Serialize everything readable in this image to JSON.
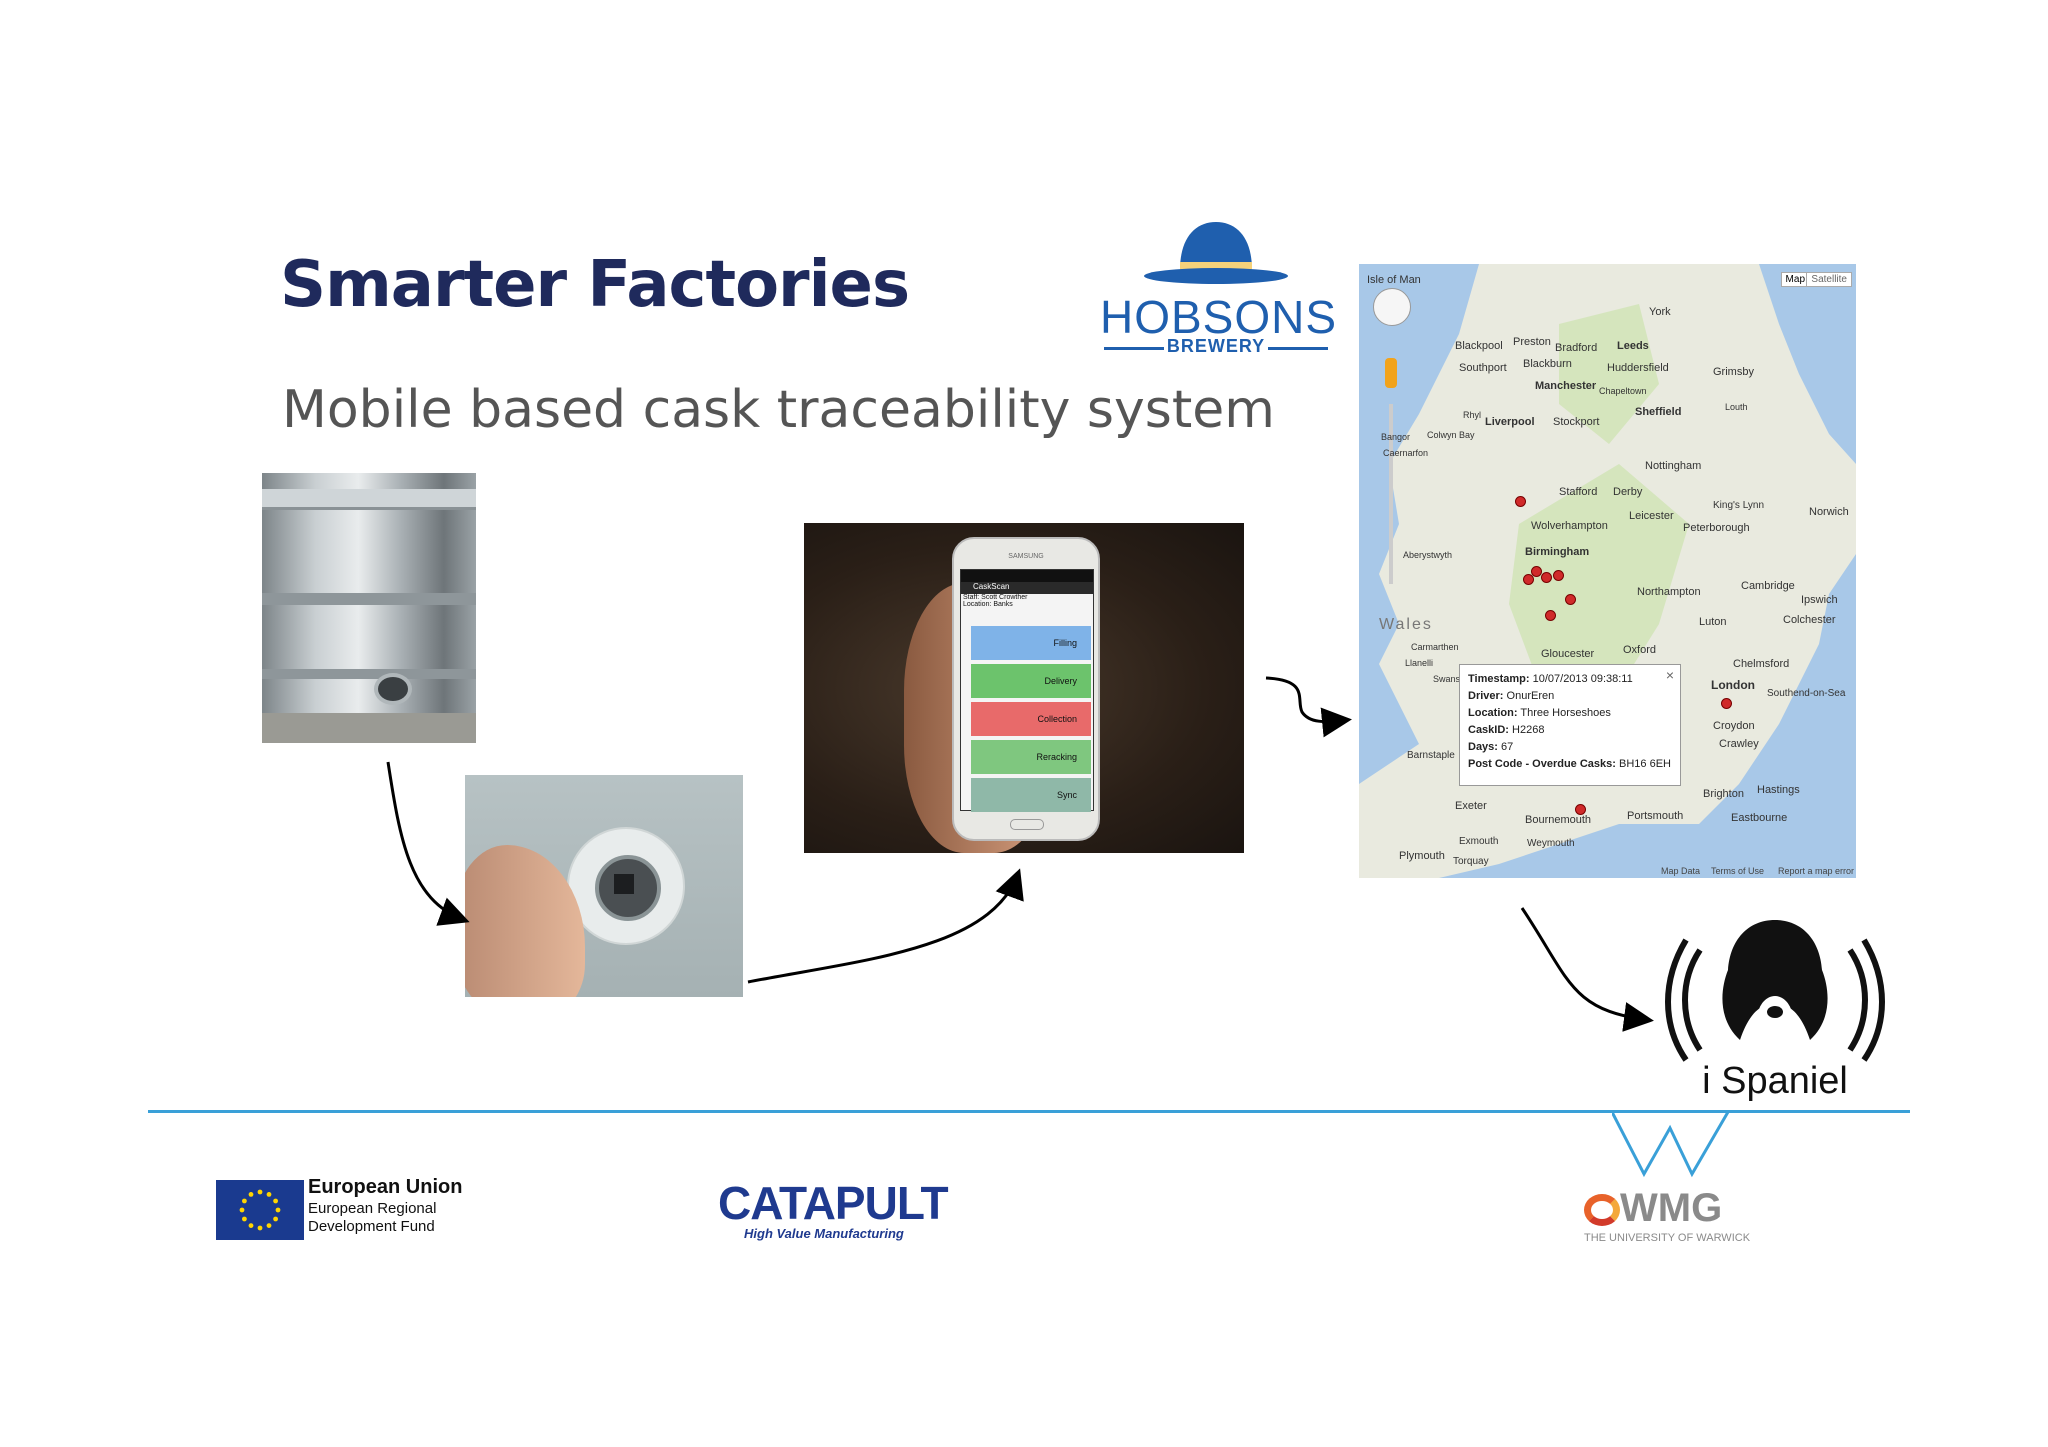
{
  "slide": {
    "title": "Smarter Factories",
    "subtitle": "Mobile based cask traceability system"
  },
  "hobsons_logo": {
    "name": "HOBSONS",
    "tagline": "BREWERY",
    "hat_color": "#1f5fae",
    "band_color": "#f5d27a"
  },
  "phone_app": {
    "brand": "SAMSUNG",
    "app_name": "CaskScan",
    "staff_line": "Staff: Scott Crowther",
    "location_line": "Location: Banks",
    "menu": [
      {
        "label": "Filling",
        "color": "#7fb3e8"
      },
      {
        "label": "Delivery",
        "color": "#6cc36c"
      },
      {
        "label": "Collection",
        "color": "#e86a6a"
      },
      {
        "label": "Reracking",
        "color": "#7fc77f"
      },
      {
        "label": "Sync",
        "color": "#8fb8a8"
      }
    ]
  },
  "map": {
    "controls": {
      "map": "Map",
      "satellite": "Satellite"
    },
    "region_label": "Wales",
    "places": [
      "Isle of Man",
      "York",
      "Blackpool",
      "Preston",
      "Bradford",
      "Leeds",
      "Southport",
      "Blackburn",
      "Huddersfield",
      "Grimsby",
      "Manchester",
      "Chapeltown",
      "Rhyl",
      "Liverpool",
      "Stockport",
      "Sheffield",
      "Louth",
      "Bangor",
      "Colwyn Bay",
      "Caernarfon",
      "Nottingham",
      "Stafford",
      "Derby",
      "King's Lynn",
      "Wolverhampton",
      "Leicester",
      "Peterborough",
      "Norwich",
      "Aberystwyth",
      "Birmingham",
      "Northampton",
      "Cambridge",
      "Ipswich",
      "Carmarthen",
      "Luton",
      "Colchester",
      "Gloucester",
      "Oxford",
      "Chelmsford",
      "Llanelli",
      "Swansea",
      "London",
      "Southend-on-Sea",
      "Barnstaple",
      "Croydon",
      "Crawley",
      "Exeter",
      "Bournemouth",
      "Portsmouth",
      "Brighton",
      "Hastings",
      "Eastbourne",
      "Exmouth",
      "Weymouth",
      "Plymouth",
      "Torquay"
    ],
    "footer": [
      "Map Data",
      "Terms of Use",
      "Report a map error"
    ],
    "popup": {
      "timestamp_label": "Timestamp:",
      "timestamp": "10/07/2013 09:38:11",
      "driver_label": "Driver:",
      "driver": "OnurEren",
      "location_label": "Location:",
      "location": "Three Horseshoes",
      "caskid_label": "CaskID:",
      "caskid": "H2268",
      "days_label": "Days:",
      "days": "67",
      "postcode_label": "Post Code - Overdue Casks:",
      "postcode": "BH16 6EH",
      "close": "×"
    }
  },
  "ispaniel_logo": {
    "name": "i Spaniel"
  },
  "footer_logos": {
    "eu": {
      "title": "European Union",
      "line1": "European Regional",
      "line2": "Development Fund",
      "flag_color": "#1a3a8f",
      "star_color": "#ffd500"
    },
    "catapult": {
      "name": "CATAPULT",
      "tagline": "High Value Manufacturing",
      "color": "#1f3a8f"
    },
    "wmg": {
      "name": "WMG",
      "tagline": "THE UNIVERSITY OF WARWICK"
    }
  },
  "colors": {
    "title": "#1f2a5c",
    "subtitle": "#555555",
    "divider": "#3aa0d8"
  }
}
